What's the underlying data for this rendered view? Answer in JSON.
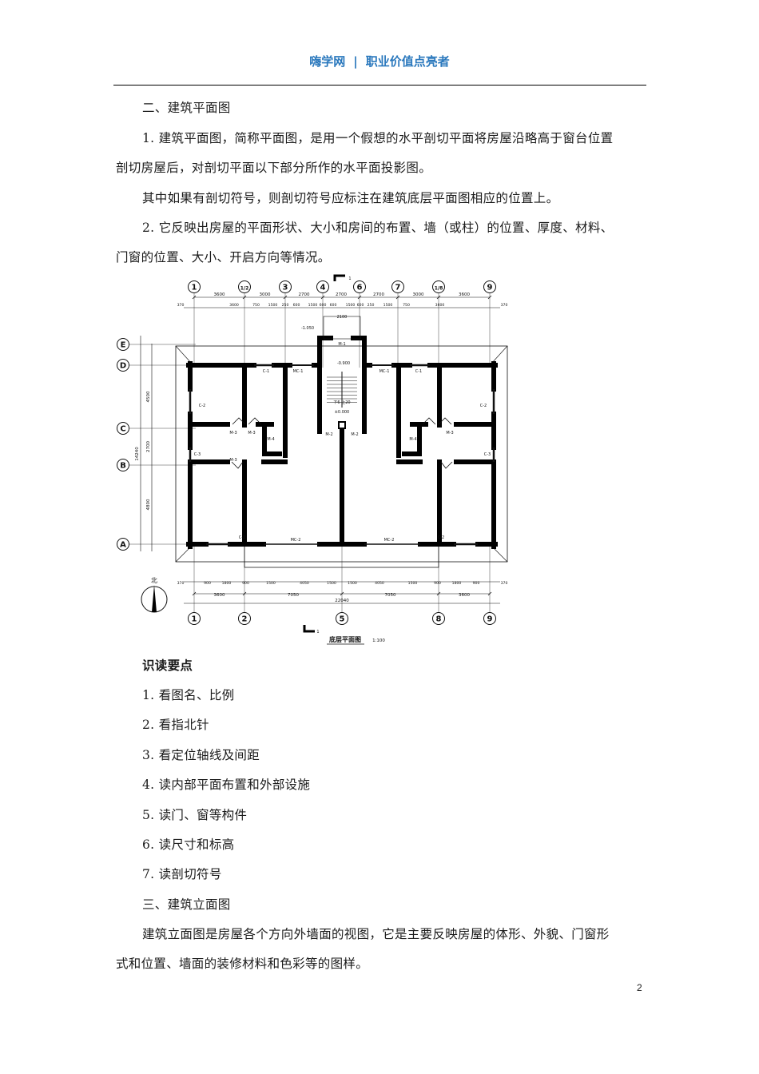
{
  "header": {
    "site": "嗨学网",
    "separator": "|",
    "slogan": "职业价值点亮者"
  },
  "paragraphs": [
    {
      "text": "二、建筑平面图",
      "indent": true,
      "bold": false
    },
    {
      "text": "1.  建筑平面图，简称平面图，是用一个假想的水平剖切平面将房屋沿略高于窗台位置",
      "indent": true
    },
    {
      "text": "剖切房屋后，对剖切平面以下部分所作的水平面投影图。",
      "indent": false
    },
    {
      "text": "其中如果有剖切符号，则剖切符号应标注在建筑底层平面图相应的位置上。",
      "indent": true
    },
    {
      "text": "2.  它反映出房屋的平面形状、大小和房间的布置、墙（或柱）的位置、厚度、材料、",
      "indent": true
    },
    {
      "text": "门窗的位置、大小、开启方向等情况。",
      "indent": false
    }
  ],
  "figure": {
    "caption": "底层平面图",
    "scale": "1:100",
    "north_label": "北",
    "section_mark": "1",
    "top_axes": [
      "1",
      "1/2",
      "3",
      "4",
      "6",
      "7",
      "1/8",
      "9"
    ],
    "bottom_axes": [
      "1",
      "2",
      "5",
      "8",
      "9"
    ],
    "left_axes": [
      "E",
      "D",
      "C",
      "B",
      "A"
    ],
    "top_dims": [
      "3600",
      "3000",
      "2700",
      "2700",
      "2700",
      "3000",
      "3600"
    ],
    "top_dims_2": [
      "370",
      "3600",
      "750",
      "1500",
      "250",
      "600",
      "1500",
      "600",
      "600",
      "1500",
      "600",
      "250",
      "1500",
      "750",
      "3600",
      "370"
    ],
    "bottom_dims_1": [
      "370",
      "900",
      "1800",
      "900",
      "1500",
      "4050",
      "1500",
      "1500",
      "4050",
      "1500",
      "900",
      "1800",
      "900",
      "370"
    ],
    "bottom_dims_2": [
      "3600",
      "7050",
      "7050",
      "3600"
    ],
    "bottom_total": "22040",
    "left_dims": [
      "4500",
      "2700",
      "4800"
    ],
    "left_total": "14240",
    "stair_dim": "2100",
    "levels": [
      "-1.050",
      "-0.900",
      "±0.000"
    ],
    "stair_note": "下6 上20",
    "room_labels": [
      "C-1",
      "C-1",
      "C-2",
      "C-2",
      "C-2",
      "C-2",
      "C-3",
      "C-3",
      "MC-1",
      "MC-1",
      "MC-2",
      "MC-2",
      "M-1",
      "M-2",
      "M-2",
      "M-3",
      "M-3",
      "M-3",
      "M-3",
      "M-4",
      "M-4"
    ]
  },
  "reading_points": {
    "title": "识读要点",
    "items": [
      "1.  看图名、比例",
      "2.  看指北针",
      "3.  看定位轴线及间距",
      "4.  读内部平面布置和外部设施",
      "5.  读门、窗等构件",
      "6.  读尺寸和标高",
      "7.  读剖切符号"
    ]
  },
  "section3": {
    "title": "三、建筑立面图",
    "lines": [
      "建筑立面图是房屋各个方向外墙面的视图，它是主要反映房屋的体形、外貌、门窗形",
      "式和位置、墙面的装修材料和色彩等的图样。"
    ]
  },
  "page_number": "2",
  "colors": {
    "header": "#2a78bd"
  }
}
